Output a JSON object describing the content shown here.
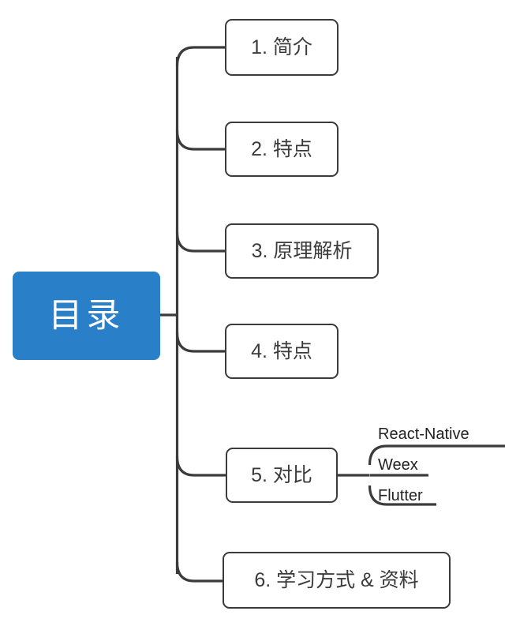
{
  "diagram": {
    "type": "mindmap",
    "title": "目录",
    "root": {
      "label": "目录",
      "color": "#2a7fc9",
      "text_color": "#ffffff"
    },
    "edge_color": "#3b3b3b",
    "node_border_color": "#3b3b3b",
    "node_text_color": "#3b3b3b",
    "branches": [
      {
        "label": "1. 简介"
      },
      {
        "label": "2. 特点"
      },
      {
        "label": "3. 原理解析"
      },
      {
        "label": "4. 特点"
      },
      {
        "label": "5. 对比",
        "children": [
          {
            "label": "React-Native"
          },
          {
            "label": "Weex"
          },
          {
            "label": "Flutter"
          }
        ]
      },
      {
        "label": "6. 学习方式 & 资料"
      }
    ]
  }
}
